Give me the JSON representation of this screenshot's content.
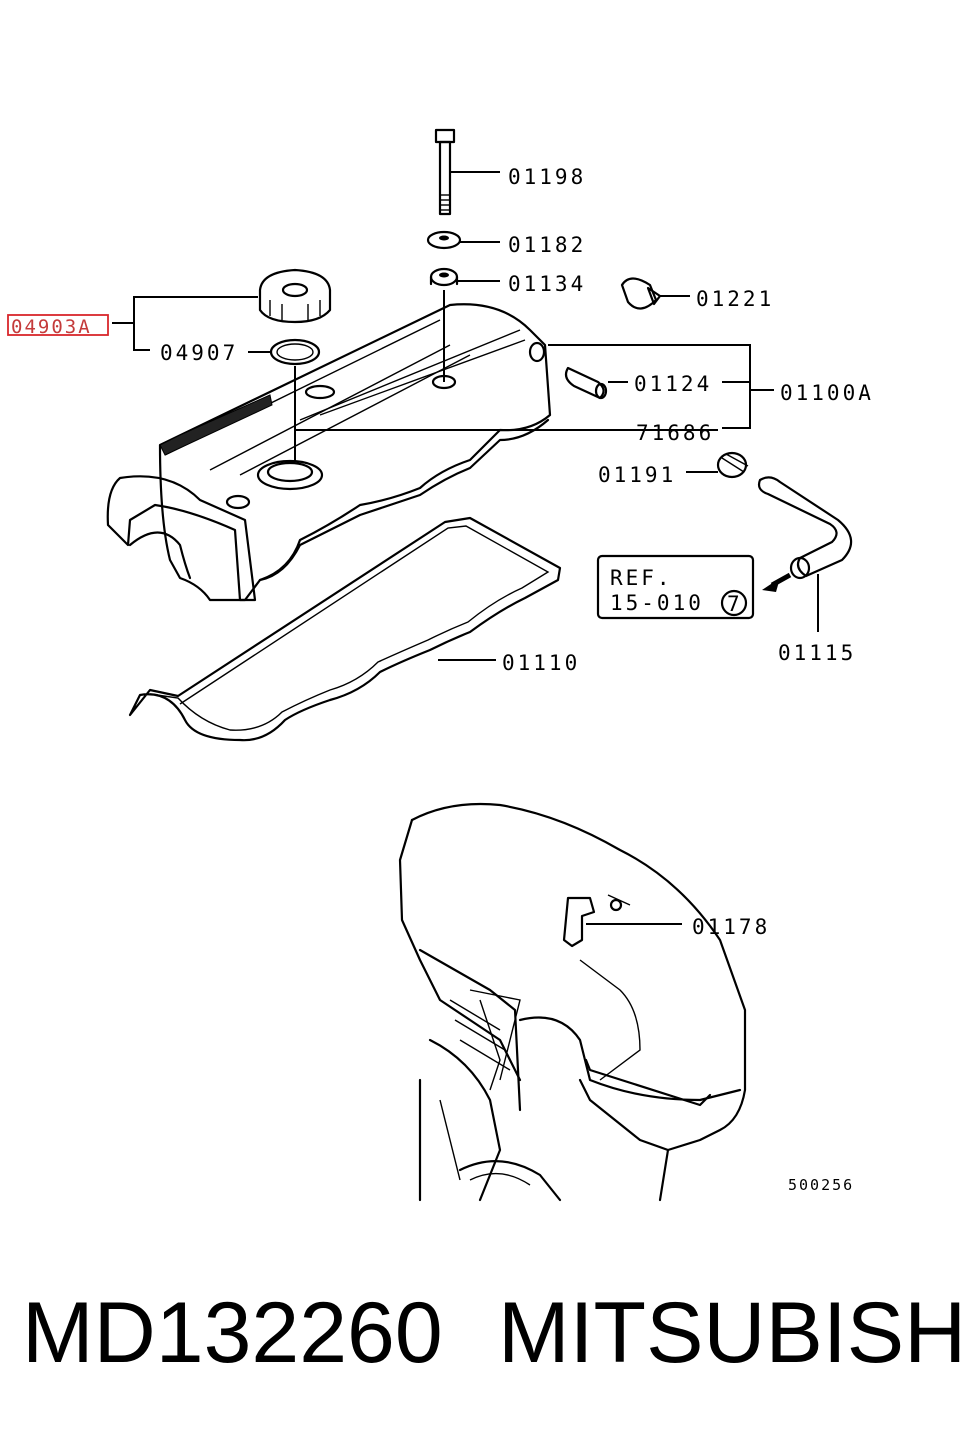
{
  "callouts": {
    "c01198": "01198",
    "c01182": "01182",
    "c01134": "01134",
    "c01221": "01221",
    "c04903A": "04903A",
    "c04907": "04907",
    "c01124": "01124",
    "c01100A": "01100A",
    "c71686": "71686",
    "c01191": "01191",
    "c01110": "01110",
    "c01115": "01115",
    "c01178": "01178"
  },
  "ref_box": {
    "line1": "REF.",
    "line2": "15-010",
    "circled": "7"
  },
  "diagram_code": "500256",
  "footer": {
    "part_number": "MD132260",
    "brand": "MITSUBISHI"
  },
  "colors": {
    "highlight": "#d9262b",
    "ink": "#000000"
  }
}
